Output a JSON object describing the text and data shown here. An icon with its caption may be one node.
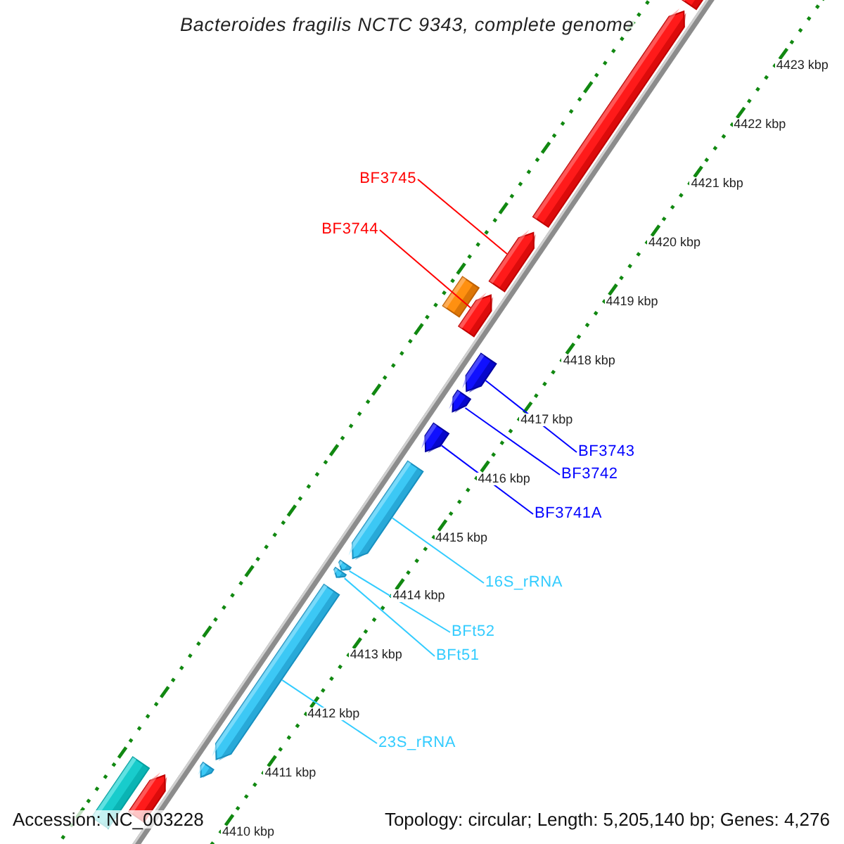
{
  "diagram": {
    "title": "Bacteroides fragilis NCTC 9343, complete genome",
    "nodes": [
      {
        "text": [],
        "shape": "arrow"
      },
      {
        "text": [],
        "shape": "arrow"
      },
      {
        "text": [
          "BF3745"
        ]
      },
      {
        "text": [],
        "shape": "arrow"
      },
      {
        "text": [
          "BF3744"
        ]
      },
      {
        "text": [],
        "shape": "box"
      },
      {
        "text": [],
        "shape": "arrow"
      },
      {
        "text": [],
        "shape": "arrow"
      },
      {
        "text": [],
        "shape": "arrow"
      },
      {
        "text": [
          "BF3743"
        ]
      },
      {
        "text": [
          "BF3742"
        ]
      },
      {
        "text": [],
        "shape": "arrow"
      },
      {
        "text": [
          "BF3741A"
        ]
      },
      {
        "text": [],
        "shape": "arrow"
      },
      {
        "text": [
          "16S_rRNA"
        ]
      },
      {
        "text": [],
        "shape": "arrow"
      },
      {
        "text": [],
        "shape": "arrow"
      },
      {
        "text": [
          "BFt52"
        ]
      },
      {
        "text": [
          "BFt51"
        ]
      },
      {
        "text": [],
        "shape": "arrow"
      },
      {
        "text": [
          "23S_rRNA"
        ]
      },
      {
        "text": [],
        "shape": "arrow"
      },
      {
        "text": [],
        "shape": "arrow"
      },
      {
        "text": [],
        "shape": "arrow"
      }
    ],
    "edges": [
      {
        "from": 2,
        "to": 3,
        "arrow": "none",
        "color": "#ff0000"
      },
      {
        "from": 4,
        "to": 6,
        "arrow": "none",
        "color": "#ff0000"
      },
      {
        "from": 9,
        "to": 7,
        "arrow": "none",
        "color": "#0000ff"
      },
      {
        "from": 10,
        "to": 8,
        "arrow": "none",
        "color": "#0000ff"
      },
      {
        "from": 12,
        "to": 11,
        "arrow": "none",
        "color": "#0000ff"
      },
      {
        "from": 14,
        "to": 13,
        "arrow": "none"
      },
      {
        "from": 17,
        "to": 15,
        "arrow": "none"
      },
      {
        "from": 18,
        "to": 16,
        "arrow": "none"
      },
      {
        "from": 20,
        "to": 19,
        "arrow": "none"
      }
    ],
    "labels": [
      "4410 kbp",
      "4411 kbp",
      "4412 kbp",
      "4413 kbp",
      "4414 kbp",
      "4415 kbp",
      "4416 kbp",
      "4417 kbp",
      "4418 kbp",
      "4419 kbp",
      "4420 kbp",
      "4421 kbp",
      "4422 kbp",
      "4423 kbp",
      "Accession: NC_003228",
      "Topology: circular; Length: 5,205,140 bp; Genes: 4,276"
    ]
  }
}
